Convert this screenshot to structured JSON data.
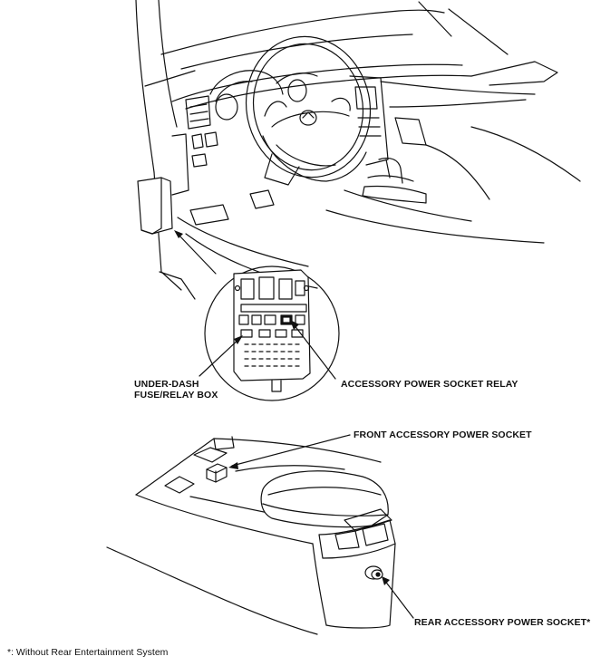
{
  "labels": {
    "under_dash_line1": "UNDER-DASH",
    "under_dash_line2": "FUSE/RELAY BOX",
    "relay": "ACCESSORY POWER SOCKET RELAY",
    "front_socket": "FRONT ACCESSORY POWER SOCKET",
    "rear_socket": "REAR ACCESSORY POWER SOCKET*"
  },
  "footnote": "*: Without Rear Entertainment System"
}
